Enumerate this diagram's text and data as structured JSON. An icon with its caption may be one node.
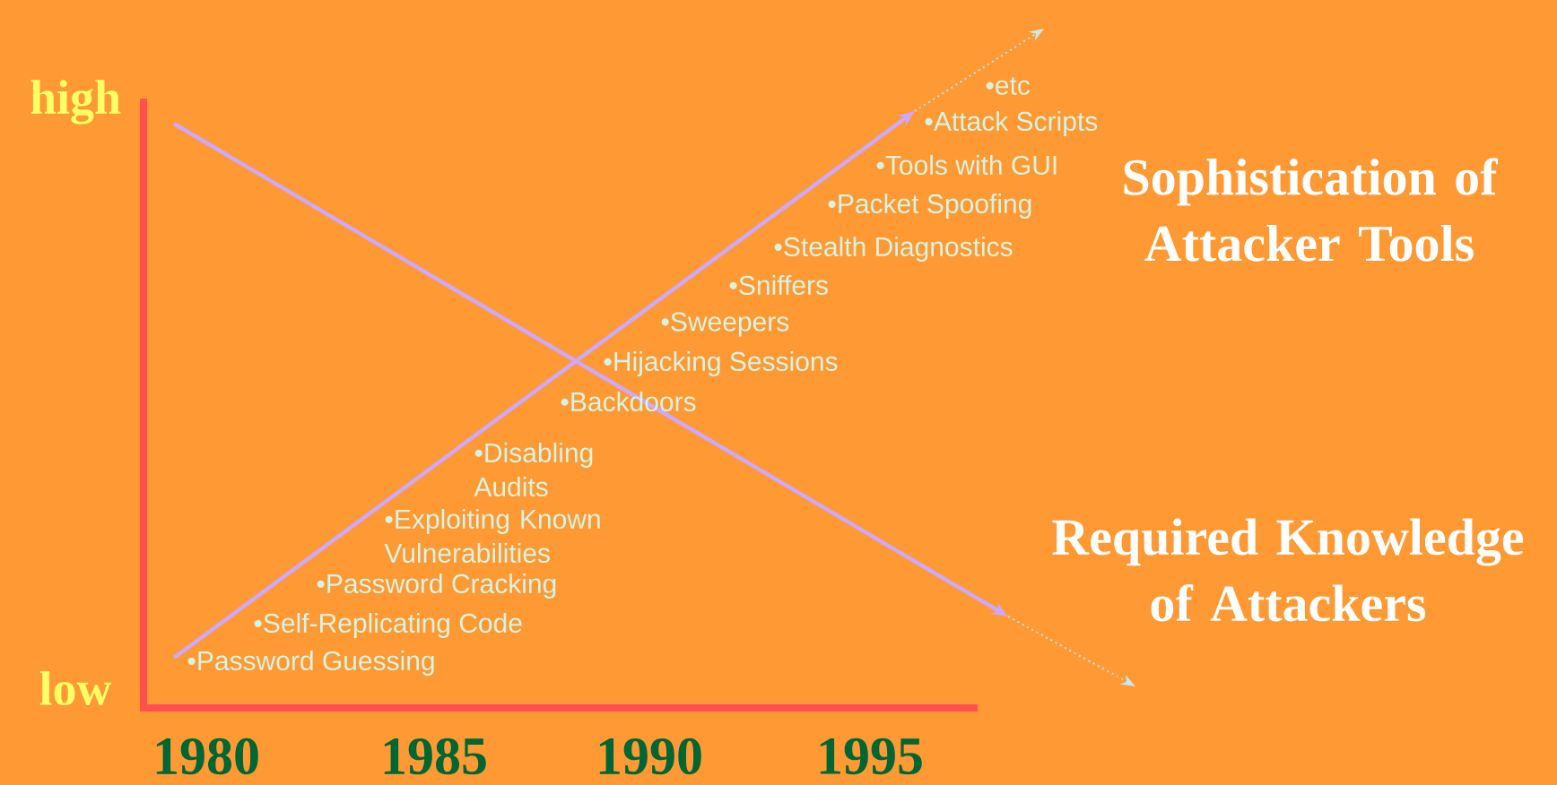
{
  "diagram": {
    "labels": [
      "high",
      "low",
      "1980",
      "1985",
      "1990",
      "1995",
      "•Password Guessing",
      "•Self-Replicating Code",
      "•Password Cracking",
      "•Exploiting Known Vulnerabilities",
      "•Disabling Audits",
      "•Backdoors",
      "•Hijacking Sessions",
      "•Sweepers",
      "•Sniffers",
      "•Stealth Diagnostics",
      "•Packet Spoofing",
      "•Tools with GUI",
      "•Attack Scripts",
      "•etc",
      "Sophistication of Attacker Tools",
      "Required Knowledge of Attackers"
    ]
  }
}
